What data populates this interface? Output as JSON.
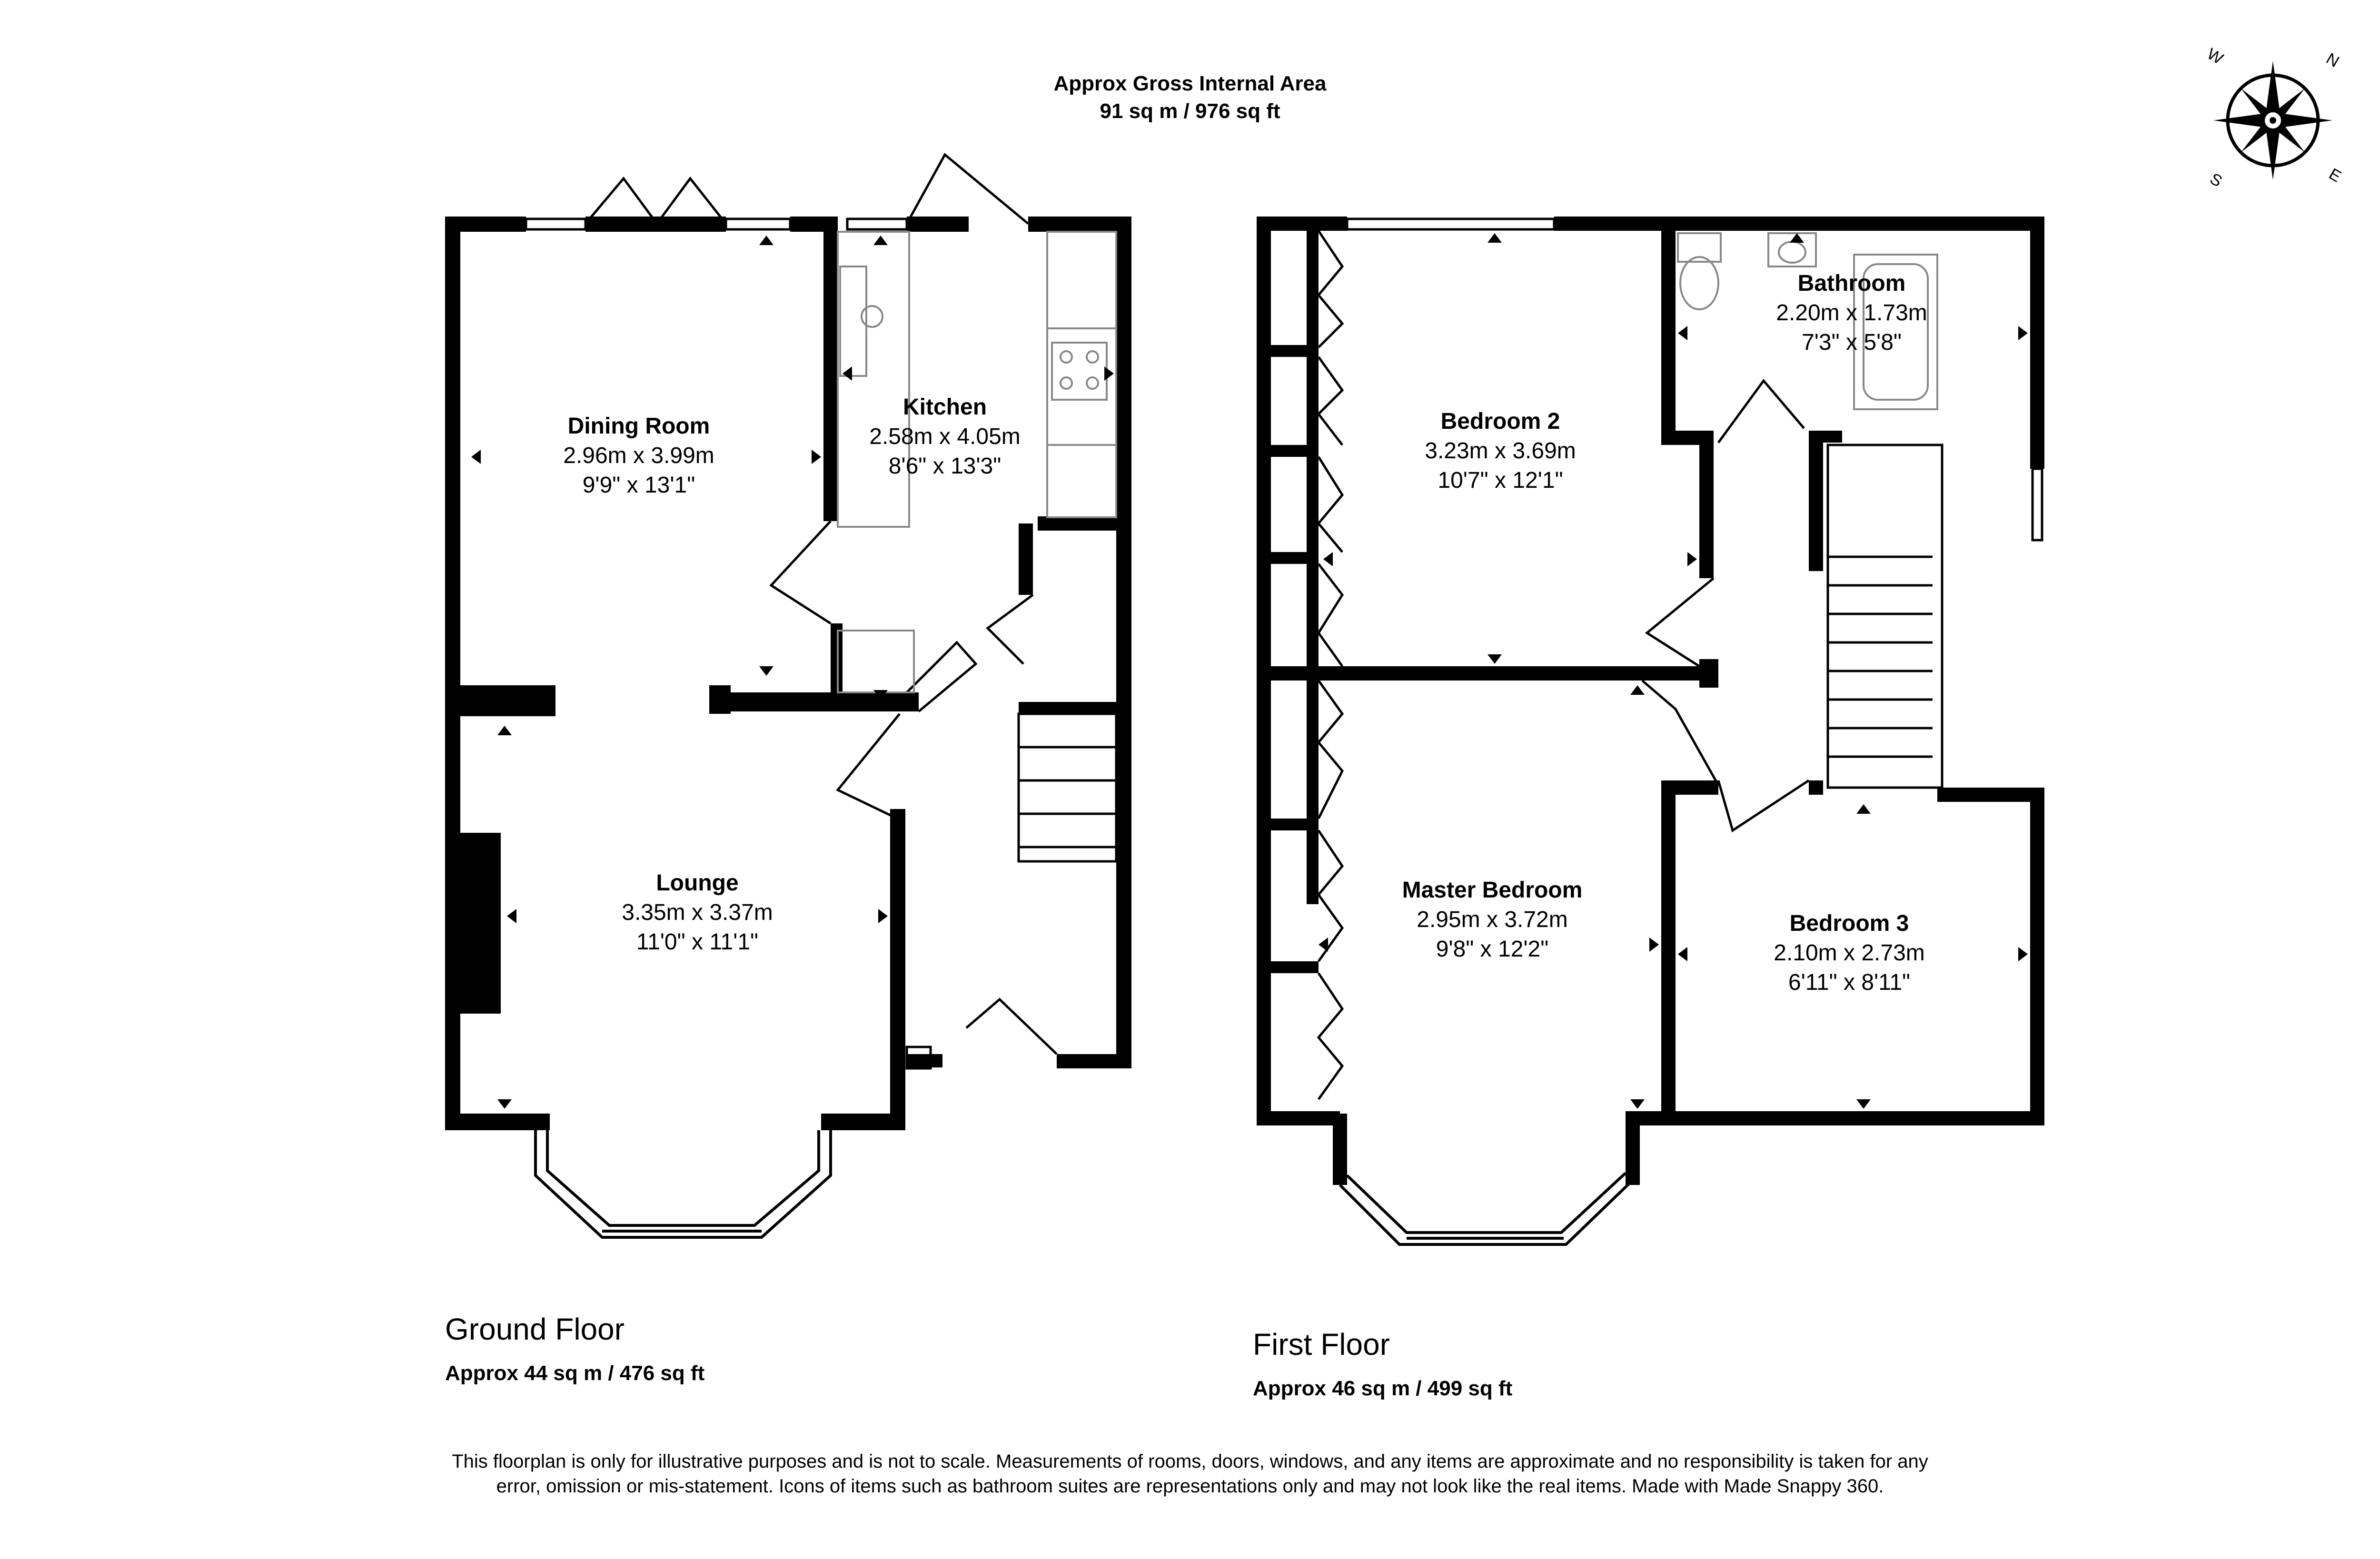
{
  "header": {
    "title": "Approx Gross Internal Area",
    "area": "91 sq m / 976 sq ft"
  },
  "compass": {
    "n": "N",
    "e": "E",
    "s": "S",
    "w": "W"
  },
  "ground_floor": {
    "title": "Ground Floor",
    "area": "Approx 44 sq m / 476 sq ft",
    "rooms": [
      {
        "name": "Dining Room",
        "metric": "2.96m x 3.99m",
        "imperial": "9'9\" x 13'1\""
      },
      {
        "name": "Kitchen",
        "metric": "2.58m x 4.05m",
        "imperial": "8'6\" x 13'3\""
      },
      {
        "name": "Lounge",
        "metric": "3.35m x 3.37m",
        "imperial": "11'0\" x 11'1\""
      }
    ]
  },
  "first_floor": {
    "title": "First Floor",
    "area": "Approx 46 sq m / 499 sq ft",
    "rooms": [
      {
        "name": "Bathroom",
        "metric": "2.20m x 1.73m",
        "imperial": "7'3\" x 5'8\""
      },
      {
        "name": "Bedroom 2",
        "metric": "3.23m x 3.69m",
        "imperial": "10'7\" x 12'1\""
      },
      {
        "name": "Master Bedroom",
        "metric": "2.95m x 3.72m",
        "imperial": "9'8\" x 12'2\""
      },
      {
        "name": "Bedroom 3",
        "metric": "2.10m x 2.73m",
        "imperial": "6'11\" x 8'11\""
      }
    ]
  },
  "disclaimer": "This floorplan is only for illustrative purposes and is not to scale. Measurements of rooms, doors, windows, and any items are approximate and no responsibility is taken for any error, omission or mis-statement. Icons of items such as bathroom suites are representations only and may not look like the real items. Made with Made Snappy 360."
}
